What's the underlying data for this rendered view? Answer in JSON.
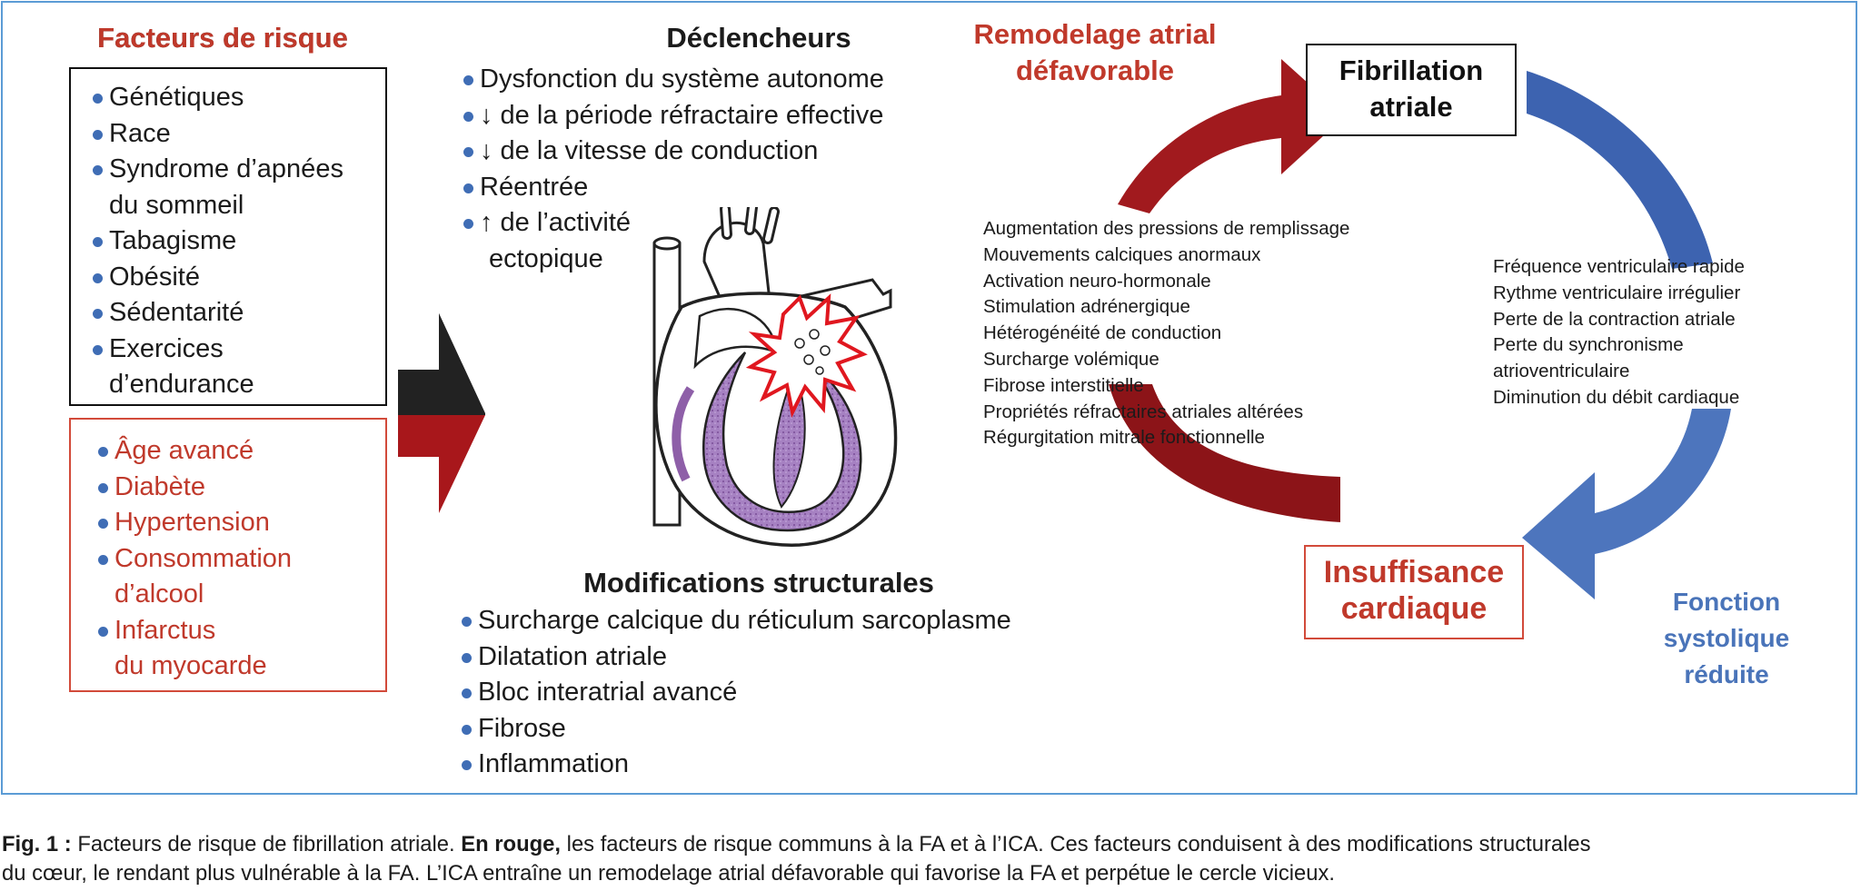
{
  "risk_factors": {
    "title": "Facteurs de risque",
    "common": [
      "Génétiques",
      "Race",
      "Syndrome d’apnées",
      "du sommeil",
      "Tabagisme",
      "Obésité",
      "Sédentarité",
      "Exercices",
      "d’endurance"
    ],
    "shared": [
      "Âge avancé",
      "Diabète",
      "Hypertension",
      "Consommation",
      "d’alcool",
      "Infarctus",
      "du myocarde"
    ]
  },
  "triggers": {
    "title": "Déclencheurs",
    "items": [
      "Dysfonction du système autonome",
      "↓ de la période réfractaire effective",
      "↓ de la vitesse de conduction",
      "Réentrée",
      "↑ de l’activité",
      "ectopique"
    ]
  },
  "structural": {
    "title": "Modifications structurales",
    "items": [
      "Surcharge calcique du réticulum sarcoplasme",
      "Dilatation atriale",
      "Bloc interatrial avancé",
      "Fibrose",
      "Inflammation"
    ]
  },
  "cycle": {
    "remodeling_label": [
      "Remodelage atrial",
      "défavorable"
    ],
    "af_box": [
      "Fibrillation",
      "atriale"
    ],
    "hf_box": [
      "Insuffisance",
      "cardiaque"
    ],
    "systolic_label": [
      "Fonction",
      "systolique",
      "réduite"
    ],
    "mechanisms_left": [
      "Augmentation des pressions de remplissage",
      "Mouvements calciques anormaux",
      "Activation neuro-hormonale",
      "Stimulation adrénergique",
      "Hétérogénéité de conduction",
      "Surcharge volémique",
      "Fibrose interstitielle",
      "Propriétés réfractaires atriales altérées",
      "Régurgitation mitrale fonctionnelle"
    ],
    "mechanisms_right": [
      "Fréquence ventriculaire rapide",
      "Rythme ventriculaire irrégulier",
      "Perte de la contraction atriale",
      "Perte du synchronisme",
      "atrioventriculaire",
      "Diminution du débit cardiaque"
    ]
  },
  "caption": {
    "label": "Fig. 1 :",
    "text1": "Facteurs de risque de fibrillation atriale.",
    "bold2": "En rouge,",
    "text2": "les facteurs de risque communs à la FA et à l’ICA. Ces facteurs conduisent à des modifications structurales",
    "line2": "du cœur, le rendant plus vulnérable à la FA. L’ICA entraîne un remodelage atrial défavorable qui favorise la FA et perpétue le cercle vicieux."
  },
  "colors": {
    "red": "#c0392b",
    "blue": "#4a74b9",
    "dark_red": "#a01a1d",
    "frame": "#5b9bd5",
    "purple": "#8e5fa8"
  }
}
